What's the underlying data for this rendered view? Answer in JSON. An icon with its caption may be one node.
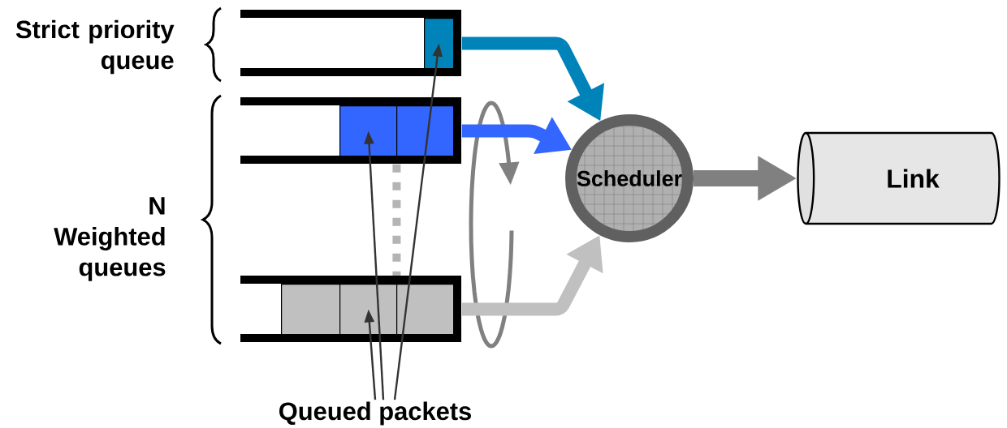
{
  "diagram": {
    "nodes": [
      {
        "text": [],
        "shape": "box"
      },
      {
        "text": [],
        "shape": "box",
        "in": 0
      },
      {
        "text": [],
        "shape": "box"
      },
      {
        "text": [],
        "shape": "box",
        "in": 2
      },
      {
        "text": [],
        "shape": "box",
        "in": 2
      },
      {
        "text": [],
        "shape": "box"
      },
      {
        "text": [],
        "shape": "box",
        "in": 5
      },
      {
        "text": [],
        "shape": "box",
        "in": 5
      },
      {
        "text": [],
        "shape": "box",
        "in": 5
      },
      {
        "text": [
          "Scheduler"
        ]
      },
      {
        "text": [
          "Link"
        ]
      },
      {
        "text": [
          "Queued packets"
        ]
      }
    ],
    "edges": [
      {
        "from": 0,
        "to": 9,
        "arrow": "to",
        "color": "#0083b8"
      },
      {
        "from": 2,
        "to": 9,
        "arrow": "to",
        "color": "#3366ff"
      },
      {
        "from": 5,
        "to": 9,
        "arrow": "to",
        "color": "#c0c0c0"
      },
      {
        "from": 9,
        "to": 10,
        "arrow": "to",
        "style": "thick",
        "color": "#808080"
      },
      {
        "from": 11,
        "to": 1,
        "arrow": "to",
        "color": "#333333"
      },
      {
        "from": 11,
        "to": 3,
        "arrow": "to",
        "color": "#333333"
      },
      {
        "from": 11,
        "to": 7,
        "arrow": "to",
        "color": "#333333"
      },
      {
        "from": 2,
        "to": 5,
        "arrow": "none",
        "style": "dashed",
        "color": "#b4b4b4"
      }
    ],
    "labels": [
      "Strict priority queue",
      "N Weighted queues"
    ]
  }
}
